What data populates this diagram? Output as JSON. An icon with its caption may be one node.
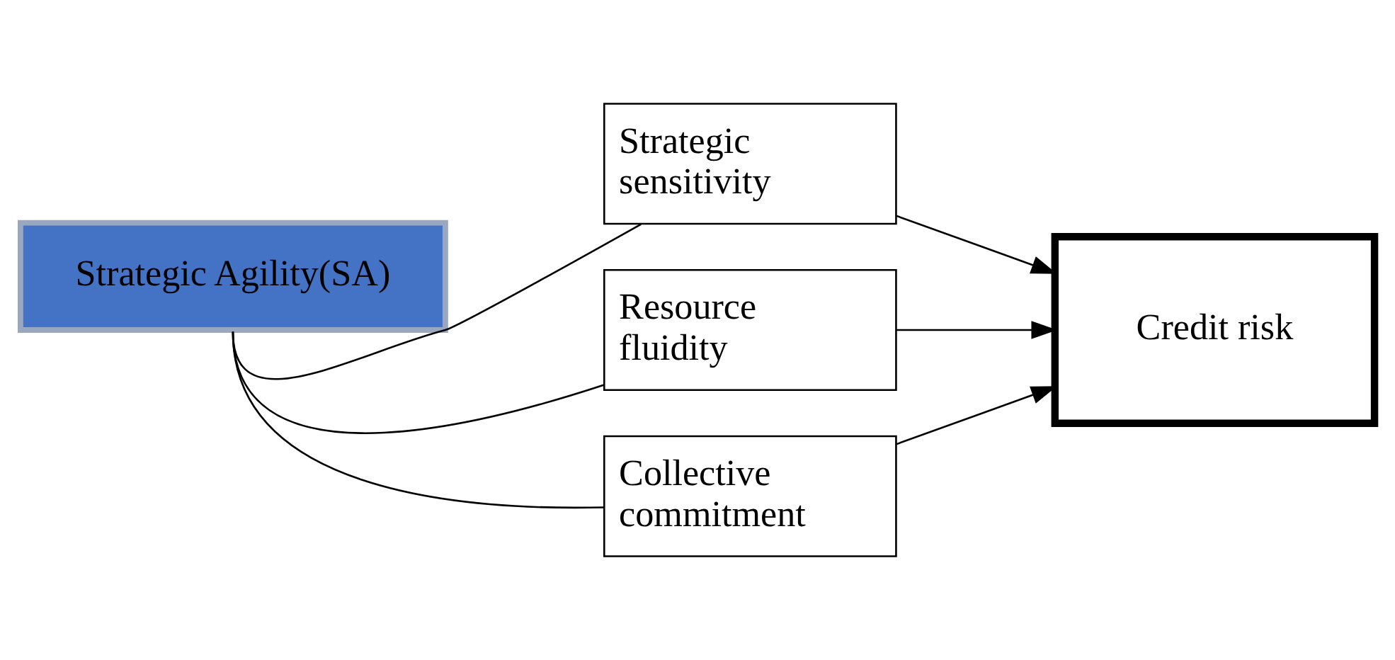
{
  "diagram": {
    "nodes": [
      {
        "text": [
          "Strategic Agility(SA)"
        ]
      },
      {
        "text": [
          "Strategic sensitivity"
        ]
      },
      {
        "text": [
          "Resource fluidity"
        ]
      },
      {
        "text": [
          "Collective commitment"
        ]
      },
      {
        "text": [
          "Credit risk"
        ]
      }
    ],
    "edges": [
      {
        "from": 0,
        "to": 1,
        "arrow": "none"
      },
      {
        "from": 0,
        "to": 2,
        "arrow": "none"
      },
      {
        "from": 0,
        "to": 3,
        "arrow": "none"
      },
      {
        "from": 1,
        "to": 4,
        "arrow": "to"
      },
      {
        "from": 2,
        "to": 4,
        "arrow": "to"
      },
      {
        "from": 3,
        "to": 4,
        "arrow": "to"
      }
    ]
  }
}
